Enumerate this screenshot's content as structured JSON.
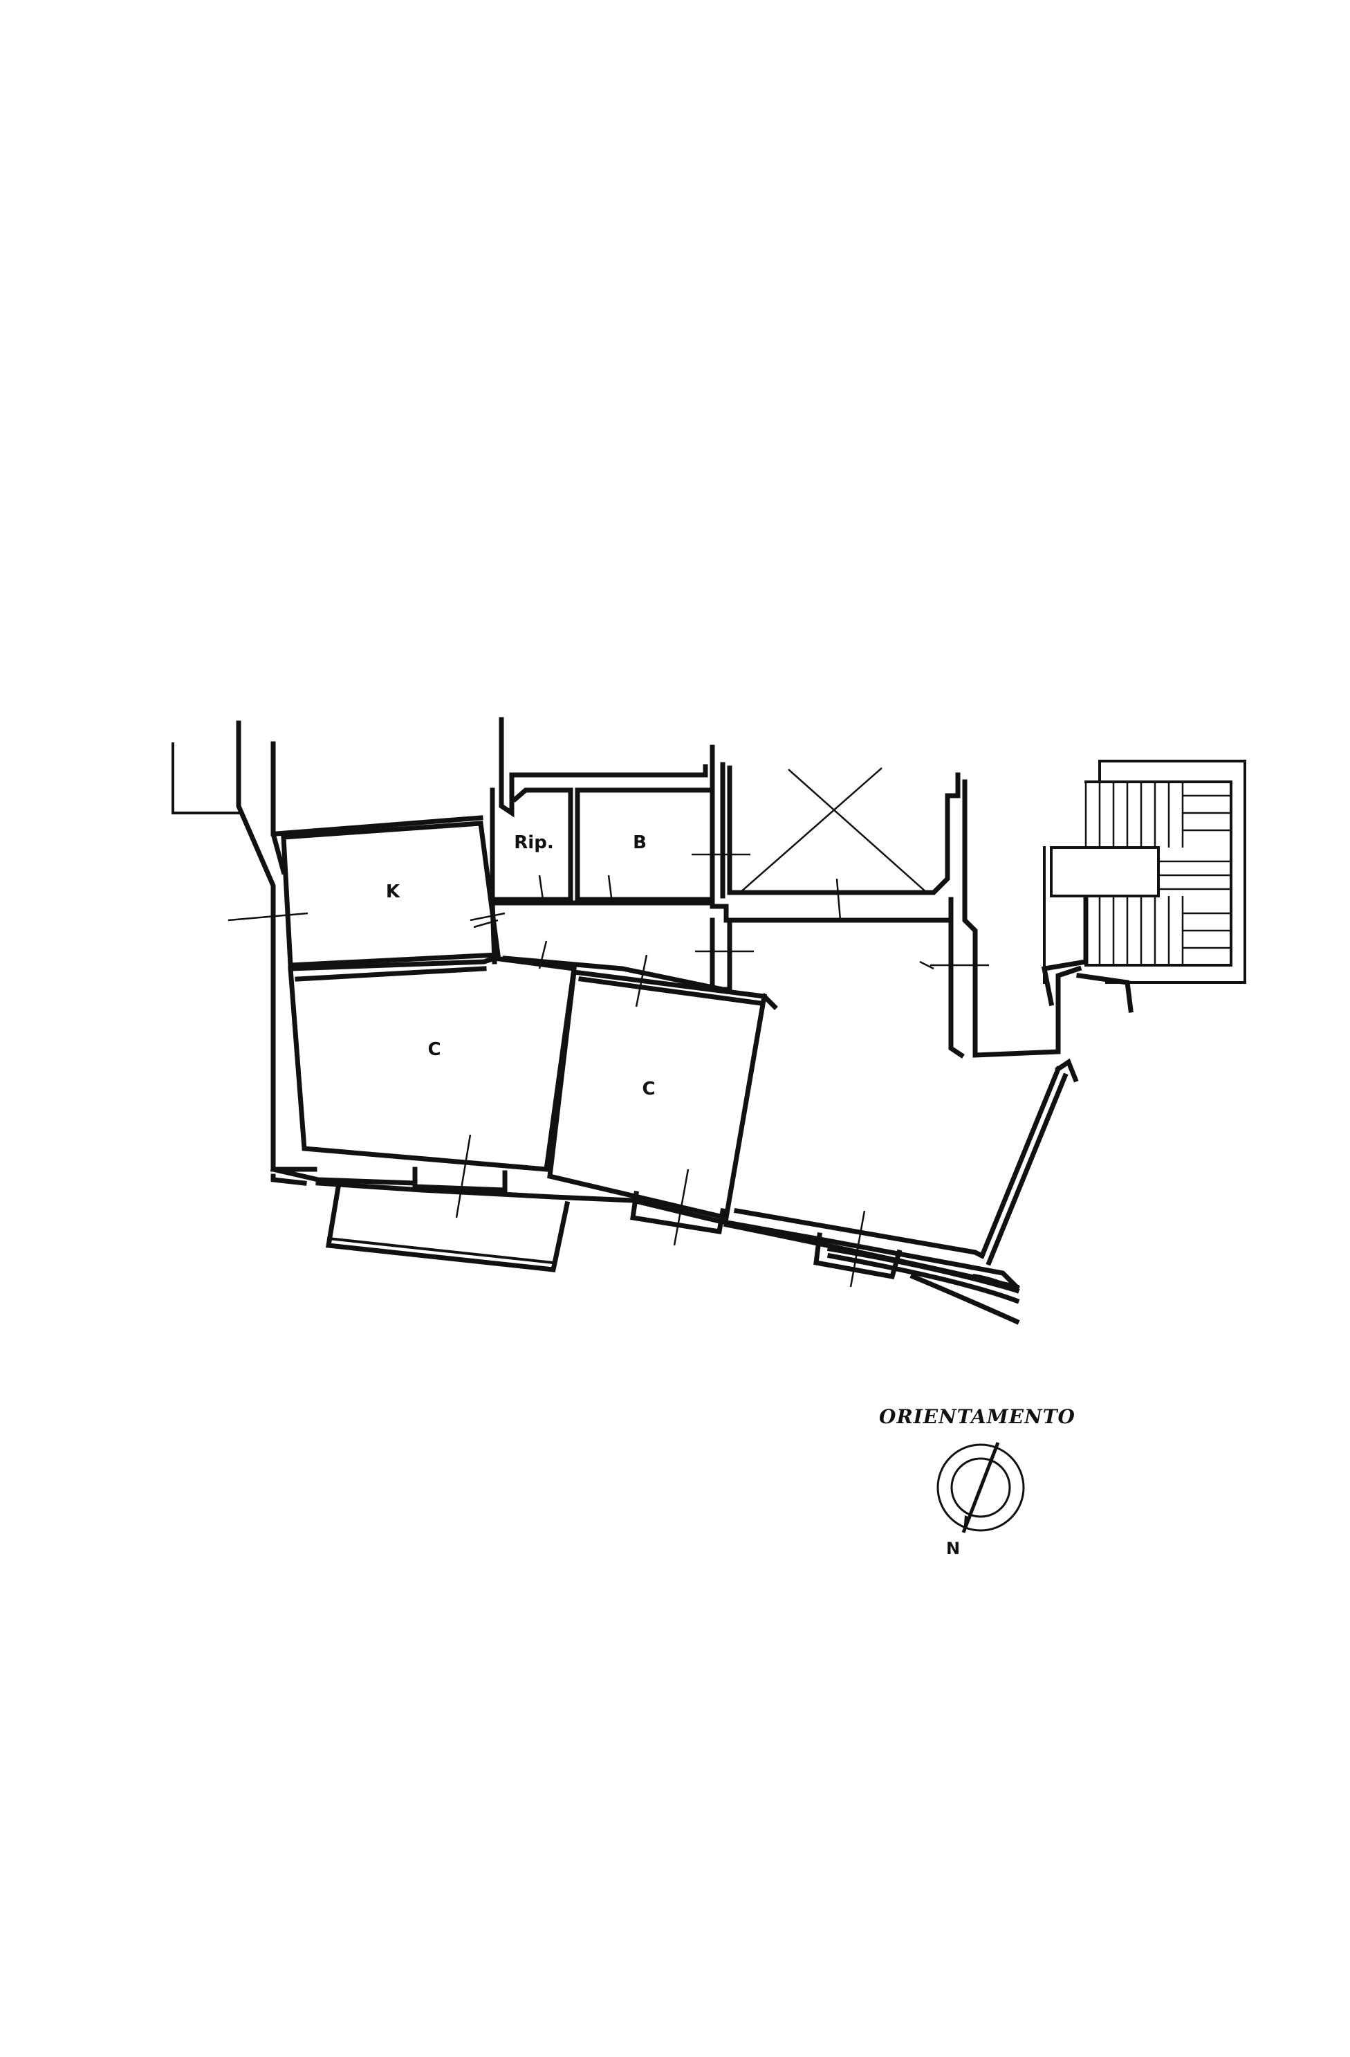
{
  "rooms": {
    "kitchen": "K",
    "storage": "Rip.",
    "bath": "B",
    "bedroom_left": "C",
    "bedroom_right": "C"
  },
  "orientation": {
    "title": "ORIENTAMENTO",
    "north": "N"
  }
}
